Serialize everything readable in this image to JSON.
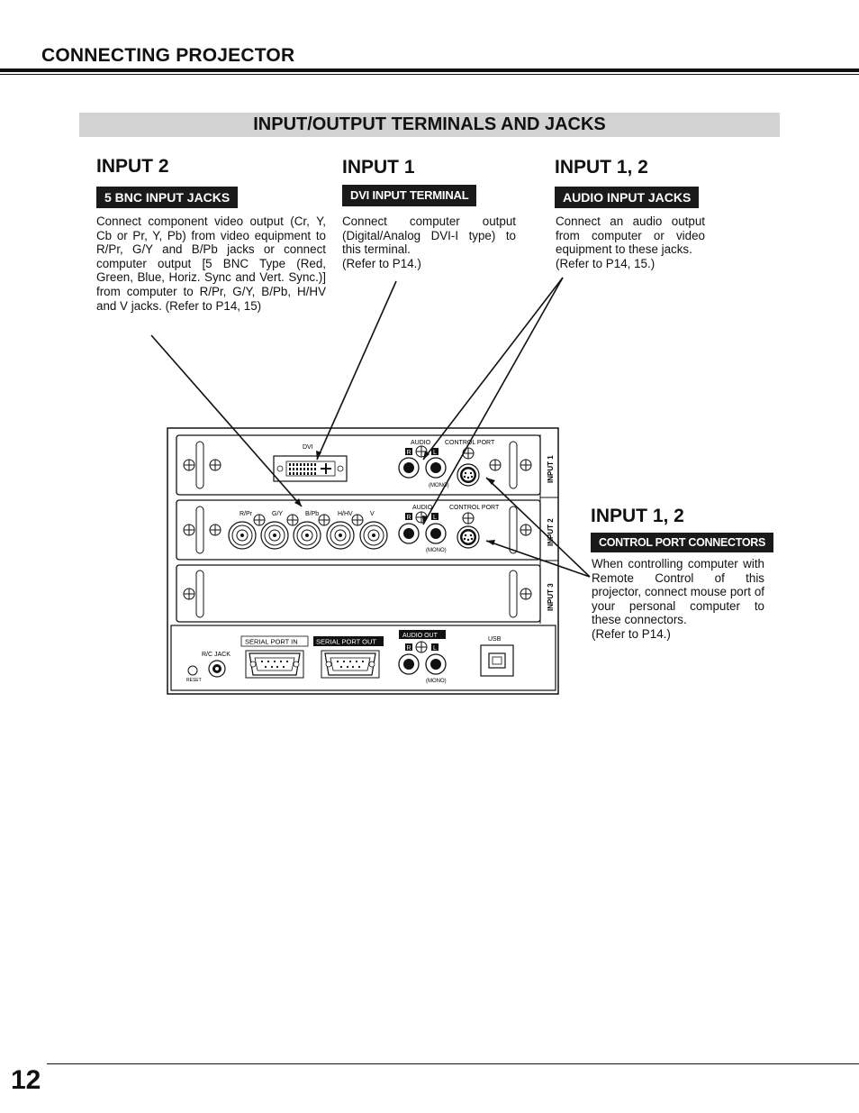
{
  "header": {
    "section_title": "CONNECTING PROJECTOR"
  },
  "banner": {
    "title": "INPUT/OUTPUT TERMINALS AND JACKS"
  },
  "blocks": {
    "input2": {
      "heading": "INPUT 2",
      "tag": "5 BNC INPUT JACKS",
      "text": "Connect component video output (Cr, Y, Cb or Pr, Y, Pb) from video equipment to R/Pr, G/Y and B/Pb jacks or connect computer output [5 BNC Type (Red, Green, Blue, Horiz. Sync and Vert. Sync.)] from computer to R/Pr, G/Y, B/Pb, H/HV and V jacks. (Refer to P14, 15)"
    },
    "input1": {
      "heading": "INPUT 1",
      "tag": "DVI INPUT TERMINAL",
      "text": "Connect computer output (Digital/Analog DVI-I type) to this terminal.",
      "ref": "(Refer to P14.)"
    },
    "audio": {
      "heading": "INPUT 1, 2",
      "tag": "AUDIO INPUT JACKS",
      "text": "Connect an audio output from computer or video equipment to these jacks.",
      "ref": "(Refer to P14, 15.)"
    },
    "control": {
      "heading": "INPUT 1, 2",
      "tag": "CONTROL PORT CONNECTORS",
      "text": "When controlling computer with Remote Control of this projector, connect mouse port of your personal computer to these connectors.",
      "ref": "(Refer to P14.)"
    }
  },
  "panel": {
    "labels": {
      "dvi": "DVI",
      "audio": "AUDIO",
      "control_port": "CONTROL PORT",
      "mono": "(MONO)",
      "r": "R",
      "l": "L",
      "rpr": "R/Pr",
      "gy": "G/Y",
      "bpb": "B/Pb",
      "hhv": "H/HV",
      "v": "V",
      "input1": "INPUT 1",
      "input2": "INPUT 2",
      "input3": "INPUT 3",
      "serial_in": "SERIAL PORT IN",
      "serial_out": "SERIAL PORT OUT",
      "audio_out": "AUDIO OUT",
      "usb": "USB",
      "rc_jack": "R/C JACK",
      "reset": "RESET"
    }
  },
  "footer": {
    "page_number": "12"
  }
}
